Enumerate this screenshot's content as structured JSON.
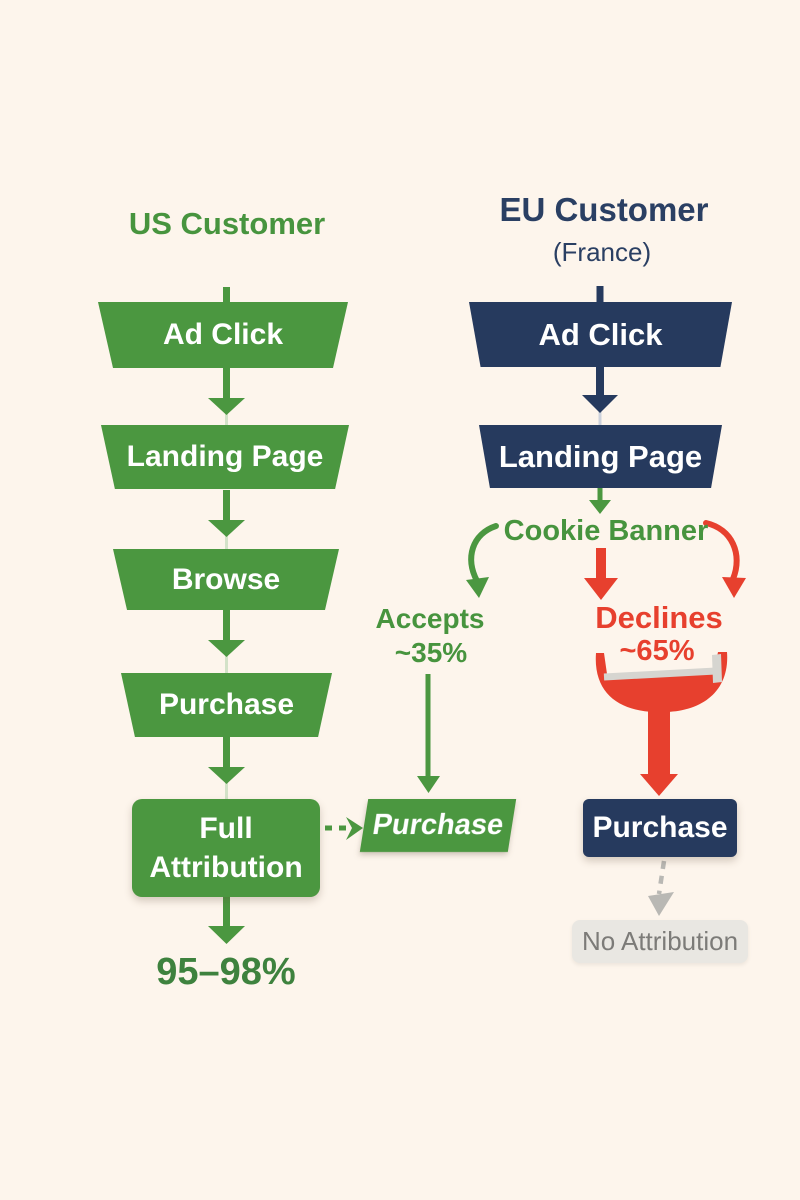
{
  "palette": {
    "background": "#fdf5ec",
    "green": "#4b9740",
    "green_text": "#47943e",
    "green_dark": "#3e823e",
    "navy": "#263a5e",
    "red": "#e7402e",
    "gray_box": "#e9e7e2",
    "gray_text": "#7c7b78",
    "rim_gray": "#d6d5d0",
    "dashed_gray": "#b9b8b4"
  },
  "us_flow": {
    "title": "US Customer",
    "steps": [
      "Ad Click",
      "Landing Page",
      "Browse",
      "Purchase"
    ],
    "final_line1": "Full",
    "final_line2": "Attribution",
    "attribution_rate": "95–98%",
    "tracked_purchase": "Purchase"
  },
  "eu_flow": {
    "title": "EU Customer",
    "subtitle": "(France)",
    "steps": [
      "Ad Click",
      "Landing Page"
    ],
    "cookie_banner_label": "Cookie Banner",
    "accepts_label": "Accepts",
    "accepts_rate": "~35%",
    "declines_label": "Declines",
    "declines_rate": "~65%",
    "purchase_label": "Purchase",
    "no_attribution_label": "No Attribution"
  }
}
